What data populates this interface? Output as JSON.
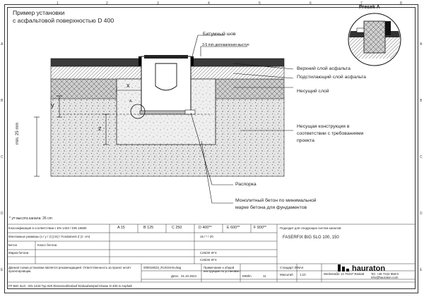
{
  "title": {
    "line1": "Пример установки",
    "line2": "с асфальтовой поверхностью D 400"
  },
  "section_title": "Presek A",
  "labels": {
    "bitumen": "Битумный шов",
    "protrusion": "3-5 mm деплавления выступ",
    "top_asphalt": "Верхний слой асфальта",
    "base_asphalt": "Подстилающий слой асфальта",
    "carrier": "Несущий слой",
    "load_structure_1": "Несущая конструкция в",
    "load_structure_2": "соответствии с требованиями",
    "load_structure_3": "проекта",
    "spacer": "Распорка",
    "concrete_1": "Монолитный бетон по минимальной",
    "concrete_2": "марке бетона для фундаментов",
    "dim_x": "x",
    "dim_y": "y",
    "dim_z": "z",
    "dim_min": "min. 25 mm",
    "detail_a": "A",
    "footnote": "* y= высота канала: 26 cm"
  },
  "border_ticks": {
    "top": [
      "1",
      "2",
      "3",
      "4",
      "5",
      "6",
      "7",
      "8"
    ],
    "side": [
      "A",
      "B",
      "C",
      "D",
      "E"
    ]
  },
  "titleblock": {
    "row1_label": "Классификация в соответствии с EN 1433 / DIN 19580",
    "classes": [
      "A 15",
      "B 125",
      "C 250",
      "D 400**",
      "E 600**",
      "F 900**"
    ],
    "suitable_label": "Подходит для следующих систем каналов:",
    "product": "FASERFIX BIG SLG 100, 150",
    "row2_label": "Монтажные размеры (x / y / z) [cm]",
    "row2_sub": "/ Fundament Z (z: cm)",
    "row2_value": "15 / * / 20",
    "row3a": "Бетон",
    "row3b": "Класс бетона",
    "row3_value": "C25/30 XF3",
    "row4a": "Марка бетона",
    "row4_value": "C25/30 XF3",
    "disclaimer": "Данная схема установки является рекомендацией. Ответственность за проект несёт проектировщик.",
    "file": "000018022_RUSSIAN.dwg",
    "date_label": "Дата:",
    "date": "31.10.2024",
    "note_1": "Примечание к общей",
    "note_2": "инструкции по установке.",
    "sheet_no": "11",
    "unit": "E95fm",
    "standard_label": "Стандарт DIN",
    "format": "A4",
    "scale_label": "Масштаб",
    "scale": "1:10",
    "company": "hauraton",
    "address": "Werkstraße 13 76437 Rastatt",
    "phone": "Tel. +49 7222 958-0",
    "email": "info@hauraton.com",
    "bottom_line": "FF-BIG SLG - EN 1433 Typ 020 Rinnensohlenlauf Einbaubeispiel Klasse D 400 in Asphalt"
  },
  "colors": {
    "line": "#1a1a1a",
    "asphalt": "#3a3a3a",
    "concrete": "#d9d9d9",
    "hatch": "#555555"
  }
}
